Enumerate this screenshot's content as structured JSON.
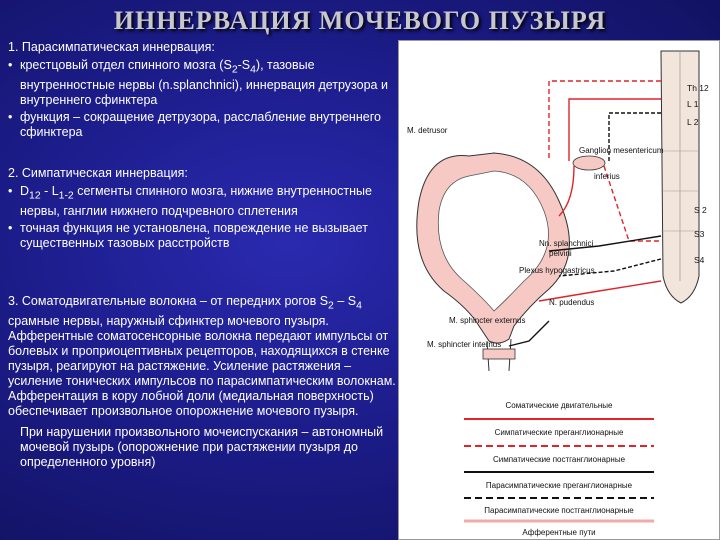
{
  "slide": {
    "title": "ИННЕРВАЦИЯ МОЧЕВОГО ПУЗЫРЯ"
  },
  "section1": {
    "heading": "1. Парасимпатическая иннервация:",
    "bullet1_a": "крестцовый отдел спинного мозга (S",
    "bullet1_sub1": "2",
    "bullet1_b": "-S",
    "bullet1_sub2": "4",
    "bullet1_c": "), тазовые внутренностные нервы (n.splanchnici), иннервация детрузора и внутреннего сфинктера",
    "bullet2": "функция – сокращение детрузора, расслабление внутреннего сфинктера"
  },
  "section2": {
    "heading": "2. Симпатическая иннервация:",
    "bullet1_a": "D",
    "bullet1_sub1": "12",
    "bullet1_b": " - L",
    "bullet1_sub2": "1-2",
    "bullet1_c": " сегменты спинного мозга, нижние внутренностные нервы, ганглии нижнего подчревного сплетения",
    "bullet2": "точная функция не установлена, повреждение не вызывает существенных тазовых расстройств"
  },
  "section3": {
    "text_a": "3. Соматодвигательные волокна – от передних рогов S",
    "sub1": "2",
    "text_b": " – S",
    "sub2": "4",
    "text_c": " срамные нервы, наружный сфинктер мочевого пузыря. Афферентные соматосенсорные волокна передают импульсы от болевых и проприоцептивных рецепторов, находящихся в стенке пузыря, реагируют на растяжение. Усиление растяжения – усиление тонических импульсов по парасимпатическим волокнам. Афферентация в кору лобной доли (медиальная поверхность) обеспечивает произвольное опорожнение мочевого пузыря.",
    "text_d": "При нарушении произвольного мочеиспускания – автономный мочевой пузырь (опорожнение при растяжении пузыря до определенного уровня)"
  },
  "diagram": {
    "labels": {
      "th12": "Th 12",
      "l1": "L 1",
      "l2": "L 2",
      "s2": "S 2",
      "s3": "S3",
      "s4": "S4",
      "detrusor": "M. detrusor",
      "ganglion1": "Ganglion mesentericum",
      "ganglion2": "inferius",
      "splanchnici1": "Nn. splanchnici",
      "splanchnici2": "pelvini",
      "plexus": "Plexus hypogastricus",
      "pudendus": "N. pudendus",
      "sph_ext": "M. sphincter externus",
      "sph_int": "M. sphincter internus"
    },
    "legend": [
      "Соматические двигательные",
      "Симпатические преганглионарные",
      "Симпатические постганглионарные",
      "Парасимпатические преганглионарные",
      "Парасимпатические постганглионарные",
      "Афферентные пути"
    ],
    "colors": {
      "red": "#e0242a",
      "pink": "#f2a9a9",
      "black": "#111111"
    }
  }
}
